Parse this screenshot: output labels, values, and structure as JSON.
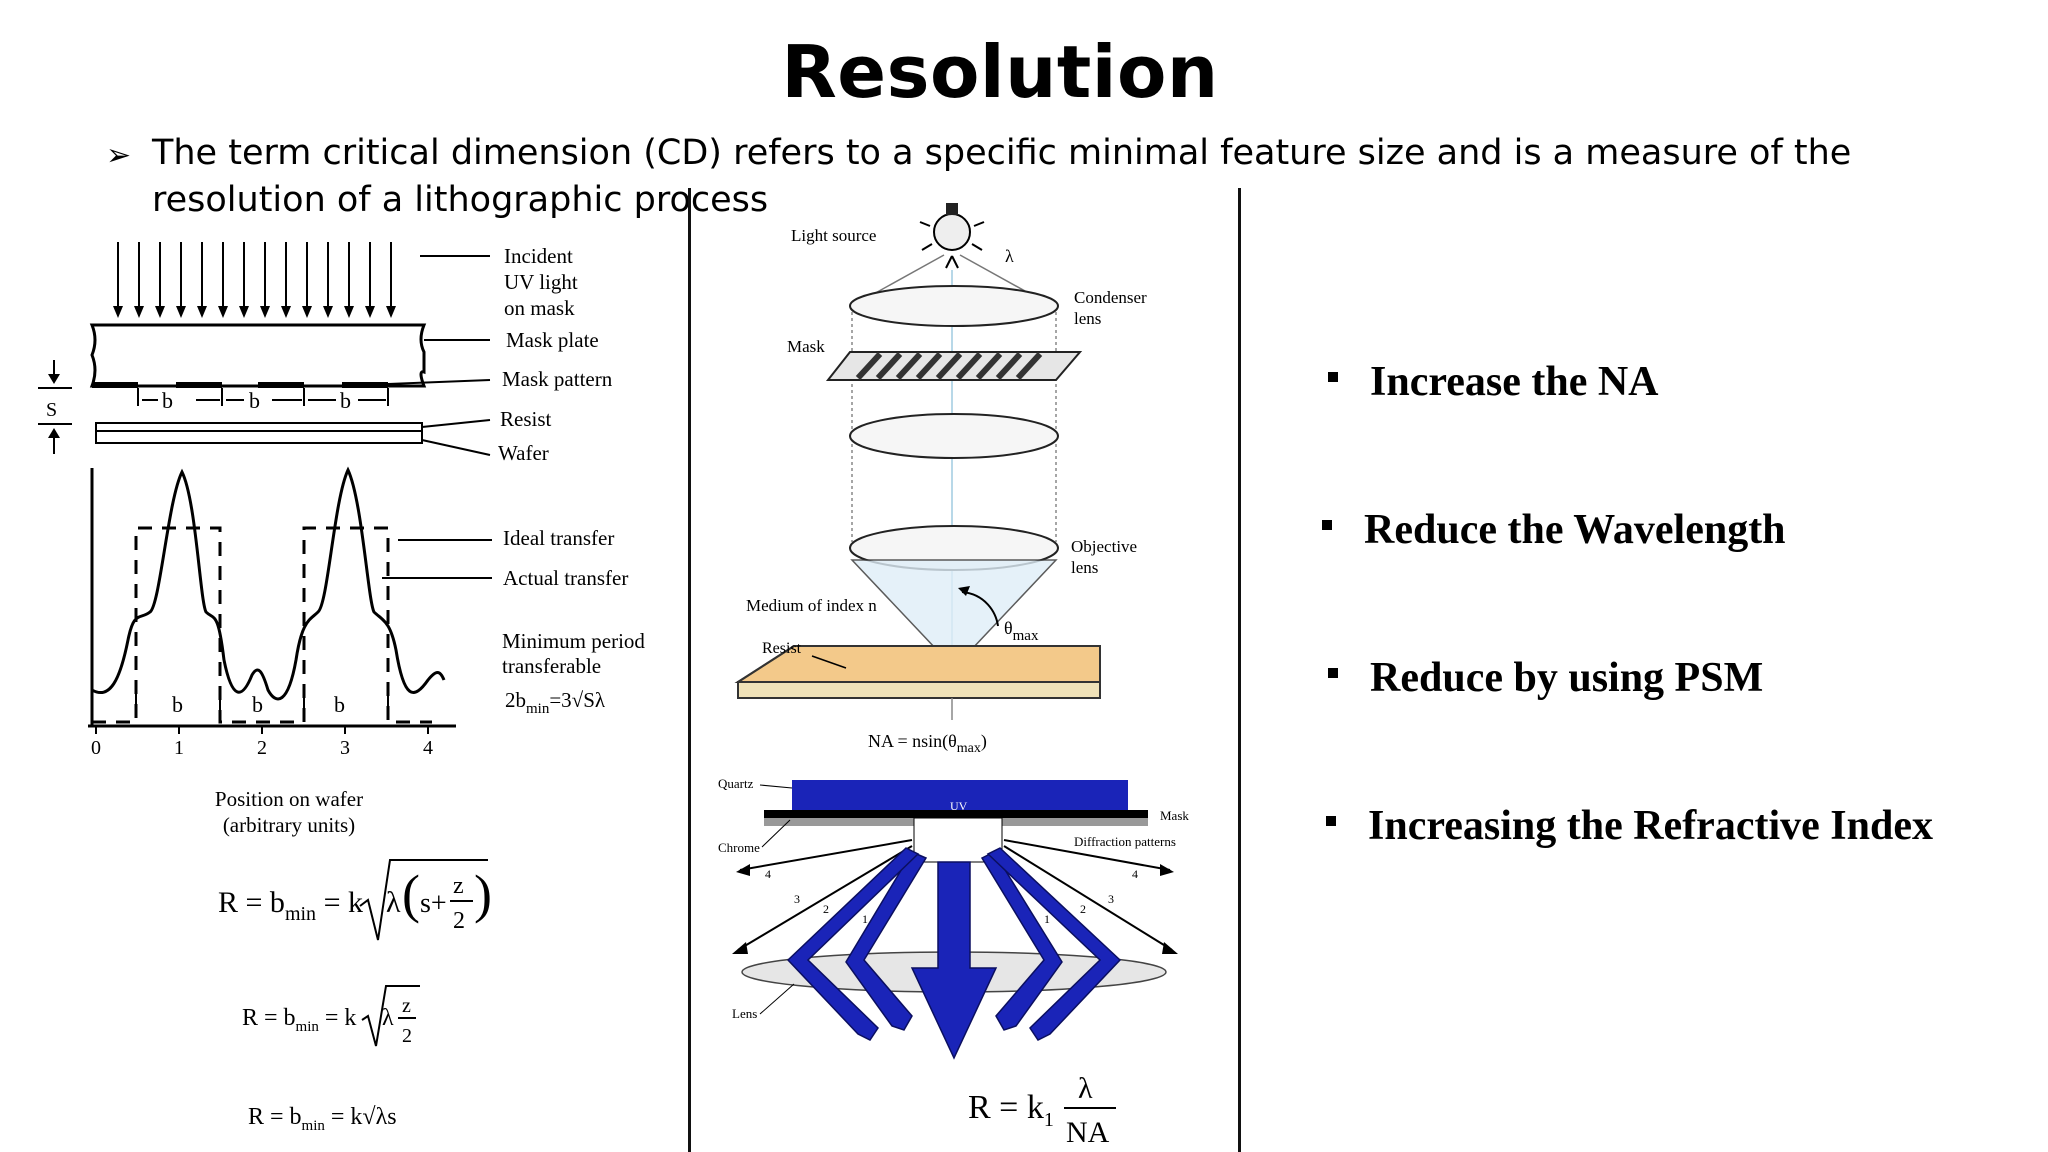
{
  "title": "Resolution",
  "intro": "The term critical dimension (CD) refers to a specific minimal feature size and is a measure of the resolution of a lithographic process",
  "left_diagram": {
    "incident": [
      "Incident",
      "UV light",
      "on mask"
    ],
    "mask_plate": "Mask plate",
    "mask_pattern": "Mask pattern",
    "resist": "Resist",
    "wafer": "Wafer",
    "gap_label": "S",
    "b_label": "b",
    "ideal": "Ideal transfer",
    "actual": "Actual transfer",
    "min_period": [
      "Minimum period",
      "transferable"
    ],
    "min_formula": "2b",
    "min_formula_sub": "min",
    "min_formula_rhs": "=3√Sλ",
    "axis_ticks": [
      "0",
      "1",
      "2",
      "3",
      "4"
    ],
    "position": [
      "Position on wafer",
      "(arbitrary units)"
    ]
  },
  "formulas": {
    "f1_lhs": "R = b",
    "f1_sub": "min",
    "f1_mid": " = k",
    "f1_lambda": "λ",
    "f1_s": "s+",
    "f1_num": "z",
    "f1_den": "2",
    "f2_lhs": "R = b",
    "f2_sub": "min",
    "f2_mid": " = k",
    "f2_lambda": "λ",
    "f2_num": "z",
    "f2_den": "2",
    "f3_lhs": "R = b",
    "f3_sub": "min",
    "f3_rhs": " = k√λs"
  },
  "middle_diagram": {
    "light_source": "Light source",
    "lambda": "λ",
    "condenser": [
      "Condenser",
      "lens"
    ],
    "mask": "Mask",
    "objective": [
      "Objective",
      "lens"
    ],
    "medium": "Medium of index n",
    "theta": "θ",
    "theta_sub": "max",
    "resist": "Resist",
    "na_formula": "NA = nsin(θ",
    "na_sub": "max",
    "na_close": ")",
    "quartz": "Quartz",
    "chrome": "Chrome",
    "mask2": "Mask",
    "diffraction": "Diffraction patterns",
    "lens": "Lens",
    "uv": "UV",
    "orders": [
      "4",
      "3",
      "2",
      "1",
      "1",
      "2",
      "3",
      "4"
    ],
    "r_formula_lhs": "R = k",
    "r_sub": "1",
    "r_num": "λ",
    "r_den": "NA"
  },
  "right_bullets": [
    "Increase the NA",
    "Reduce the Wavelength",
    "Reduce  by using PSM",
    "Increasing the Refractive Index"
  ],
  "colors": {
    "blue": "#1a24b8",
    "resist": "#f2c98c",
    "text": "#000000"
  }
}
